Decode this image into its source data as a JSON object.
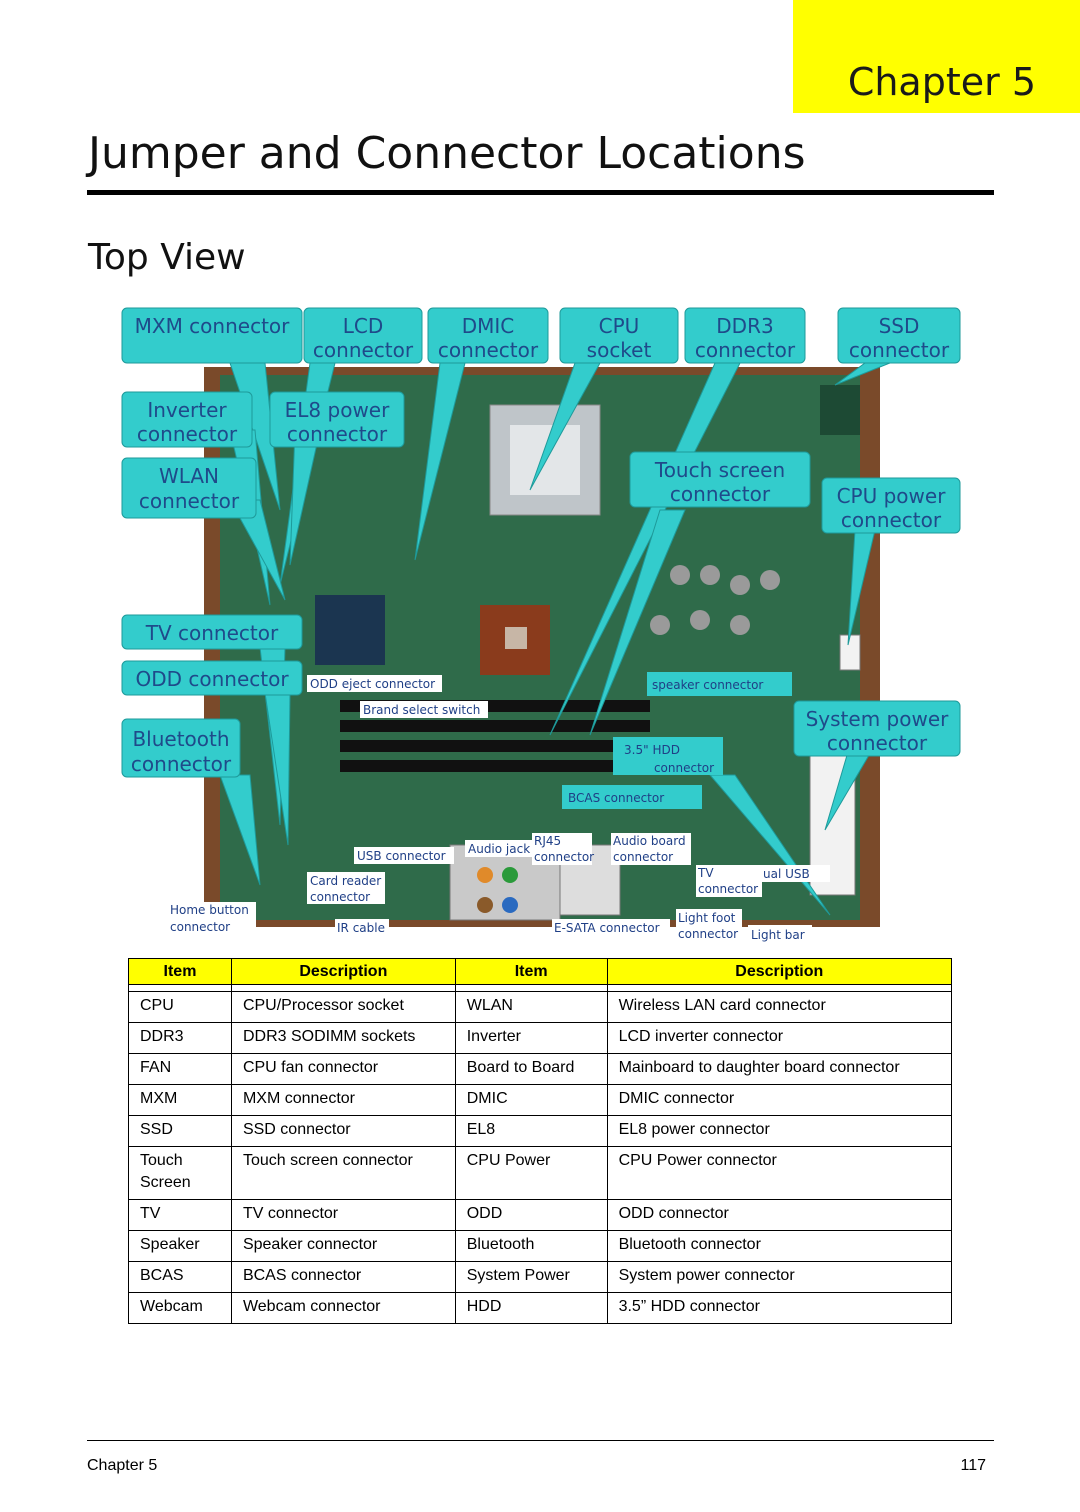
{
  "chapter_tab": "Chapter 5",
  "page_title": "Jumper and Connector Locations",
  "section_heading": "Top View",
  "figure": {
    "callouts": {
      "mxm": [
        "MXM connector"
      ],
      "lcd": [
        "LCD",
        "connector"
      ],
      "dmic": [
        "DMIC",
        "connector"
      ],
      "cpu": [
        "CPU",
        "socket"
      ],
      "ddr3": [
        "DDR3",
        "connector"
      ],
      "ssd": [
        "SSD",
        "connector"
      ],
      "inverter": [
        "Inverter",
        "connector"
      ],
      "el8": [
        "EL8 power",
        "connector"
      ],
      "wlan": [
        "WLAN",
        "connector"
      ],
      "touch": [
        "Touch screen",
        "connector"
      ],
      "cpu_power": [
        "CPU power",
        "connector"
      ],
      "tv": [
        "TV connector"
      ],
      "odd": [
        "ODD connector"
      ],
      "bluetooth": [
        "Bluetooth",
        "connector"
      ],
      "system_power": [
        "System power",
        "connector"
      ]
    },
    "labels": {
      "odd_eject": "ODD eject connector",
      "brand_select": "Brand select switch",
      "speaker": "speaker connector",
      "hdd": [
        "3.5\" HDD",
        "connector"
      ],
      "bcas": "BCAS connector",
      "usb": "USB connector",
      "audio_jack": "Audio jack",
      "rj45": [
        "RJ45",
        "connector"
      ],
      "audio_board": [
        "Audio board",
        "connector"
      ],
      "card_reader": [
        "Card reader",
        "connector"
      ],
      "tv_small": [
        "TV",
        "connector"
      ],
      "dual_usb": "ual USB",
      "home_button": [
        "Home button",
        "connector"
      ],
      "ir_cable": "IR cable",
      "esata": "E-SATA connector",
      "light_foot": [
        "Light foot",
        "connector"
      ],
      "light_bar": "Light bar"
    }
  },
  "table": {
    "headers": [
      "Item",
      "Description",
      "Item",
      "Description"
    ],
    "rows": [
      [
        "CPU",
        "CPU/Processor socket",
        "WLAN",
        "Wireless LAN card connector"
      ],
      [
        "DDR3",
        "DDR3 SODIMM sockets",
        "Inverter",
        "LCD inverter connector"
      ],
      [
        "FAN",
        "CPU fan connector",
        "Board to Board",
        "Mainboard to daughter board connector"
      ],
      [
        "MXM",
        "MXM connector",
        "DMIC",
        "DMIC connector"
      ],
      [
        "SSD",
        "SSD connector",
        "EL8",
        "EL8 power connector"
      ],
      [
        "Touch Screen",
        "Touch screen connector",
        "CPU Power",
        "CPU Power connector"
      ],
      [
        "TV",
        "TV connector",
        "ODD",
        "ODD connector"
      ],
      [
        "Speaker",
        "Speaker connector",
        "Bluetooth",
        "Bluetooth connector"
      ],
      [
        "BCAS",
        "BCAS connector",
        "System Power",
        "System power connector"
      ],
      [
        "Webcam",
        "Webcam connector",
        "HDD",
        "3.5” HDD connector"
      ]
    ]
  },
  "footer": {
    "left": "Chapter 5",
    "right": "117"
  },
  "colors": {
    "tab": "#ffff00",
    "callout_fill": "#33cccc",
    "callout_text": "#1f4a8a",
    "board": "#2f6b4a"
  }
}
